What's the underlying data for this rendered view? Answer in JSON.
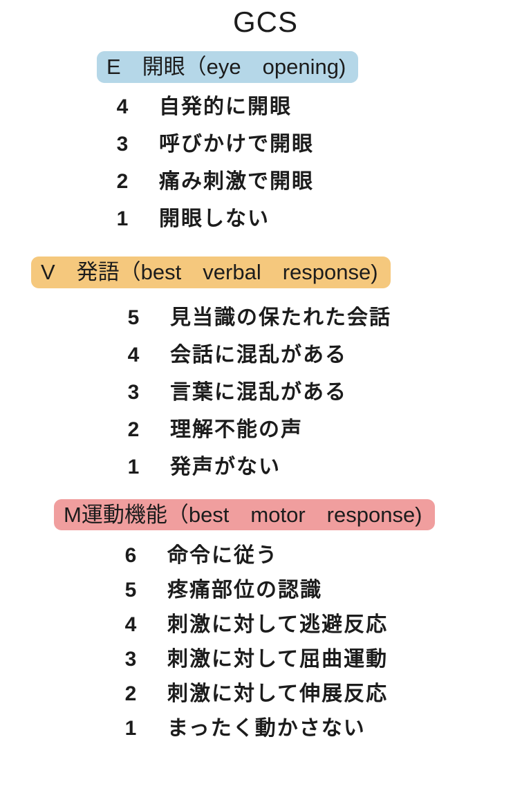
{
  "title": "GCS",
  "colors": {
    "eye_header_bg": "#b5d7e8",
    "verbal_header_bg": "#f5c87d",
    "motor_header_bg": "#f09e9e",
    "text": "#1c1c1c",
    "background": "#ffffff"
  },
  "sections": [
    {
      "key": "eye-opening",
      "header": "E　開眼（eye　opening)",
      "color": "#b5d7e8",
      "items": [
        {
          "score": "4",
          "label": "自発的に開眼"
        },
        {
          "score": "3",
          "label": "呼びかけで開眼"
        },
        {
          "score": "2",
          "label": "痛み刺激で開眼"
        },
        {
          "score": "1",
          "label": "開眼しない"
        }
      ]
    },
    {
      "key": "best-verbal-response",
      "header": "V　発語（best　verbal　response)",
      "color": "#f5c87d",
      "items": [
        {
          "score": "5",
          "label": "見当識の保たれた会話"
        },
        {
          "score": "4",
          "label": "会話に混乱がある"
        },
        {
          "score": "3",
          "label": "言葉に混乱がある"
        },
        {
          "score": "2",
          "label": "理解不能の声"
        },
        {
          "score": "1",
          "label": "発声がない"
        }
      ]
    },
    {
      "key": "best-motor-response",
      "header": "M運動機能（best　motor　response)",
      "color": "#f09e9e",
      "items": [
        {
          "score": "6",
          "label": "命令に従う"
        },
        {
          "score": "5",
          "label": "疼痛部位の認識"
        },
        {
          "score": "4",
          "label": "刺激に対して逃避反応"
        },
        {
          "score": "3",
          "label": "刺激に対して屈曲運動"
        },
        {
          "score": "2",
          "label": "刺激に対して伸展反応"
        },
        {
          "score": "1",
          "label": "まったく動かさない"
        }
      ]
    }
  ]
}
